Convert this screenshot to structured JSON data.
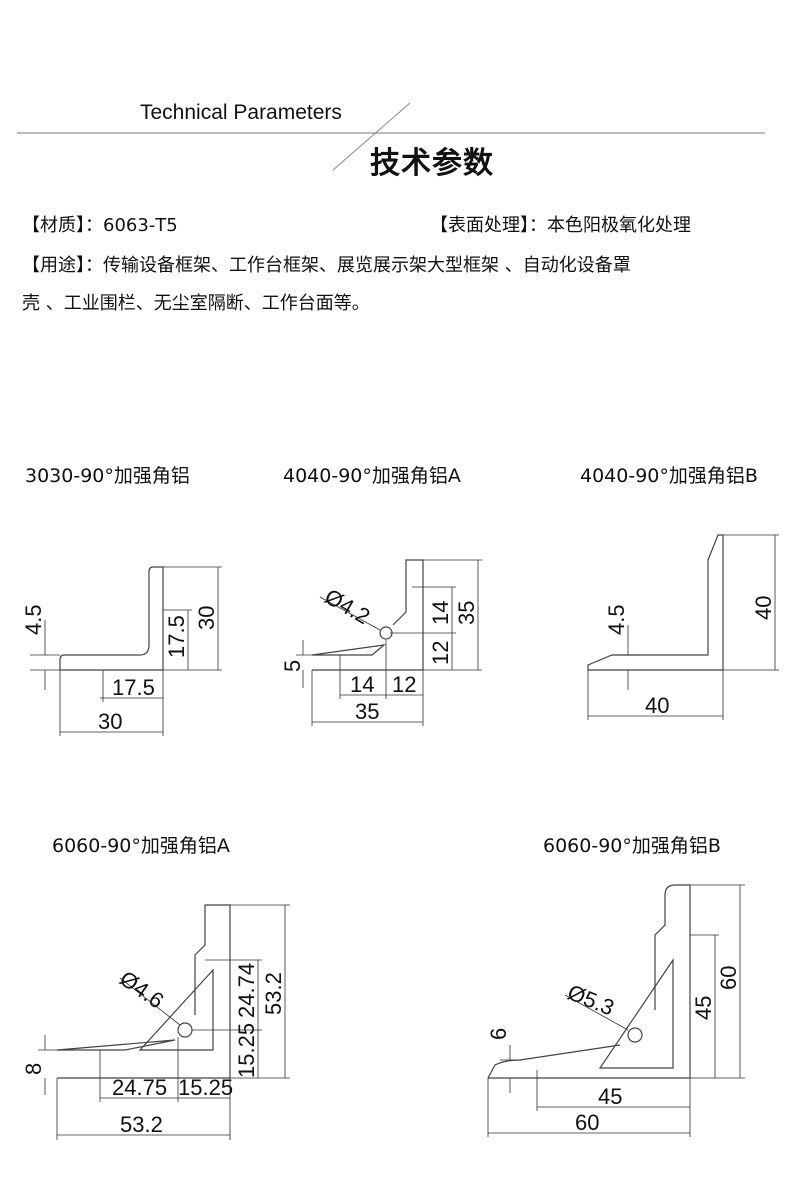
{
  "header": {
    "title_en": "Technical Parameters",
    "title_cn": "技术参数"
  },
  "specs": {
    "material_label": "【材质】：",
    "material_value": "6063-T5",
    "surface_label": "【表面处理】：",
    "surface_value": "本色阳极氧化处理",
    "usage_label": "【用途】：",
    "usage_line1": "传输设备框架、工作台框架、展览展示架大型框架 、自动化设备罩",
    "usage_line2": "壳 、工业围栏、无尘室隔断、工作台面等。"
  },
  "drawings": [
    {
      "title": "3030-90°加强角铝",
      "dims": [
        "4.5",
        "17.5",
        "30",
        "17.5",
        "30"
      ]
    },
    {
      "title": "4040-90°加强角铝A",
      "dims": [
        "Ø4.2",
        "5",
        "14",
        "12",
        "35",
        "14",
        "12",
        "35"
      ]
    },
    {
      "title": "4040-90°加强角铝B",
      "dims": [
        "4.5",
        "40",
        "40"
      ]
    },
    {
      "title": "6060-90°加强角铝A",
      "dims": [
        "Ø4.6",
        "8",
        "24.74",
        "15.25",
        "53.2",
        "24.75",
        "15.25",
        "53.2"
      ]
    },
    {
      "title": "6060-90°加强角铝B",
      "dims": [
        "Ø5.3",
        "6",
        "45",
        "60",
        "45",
        "60"
      ]
    }
  ]
}
